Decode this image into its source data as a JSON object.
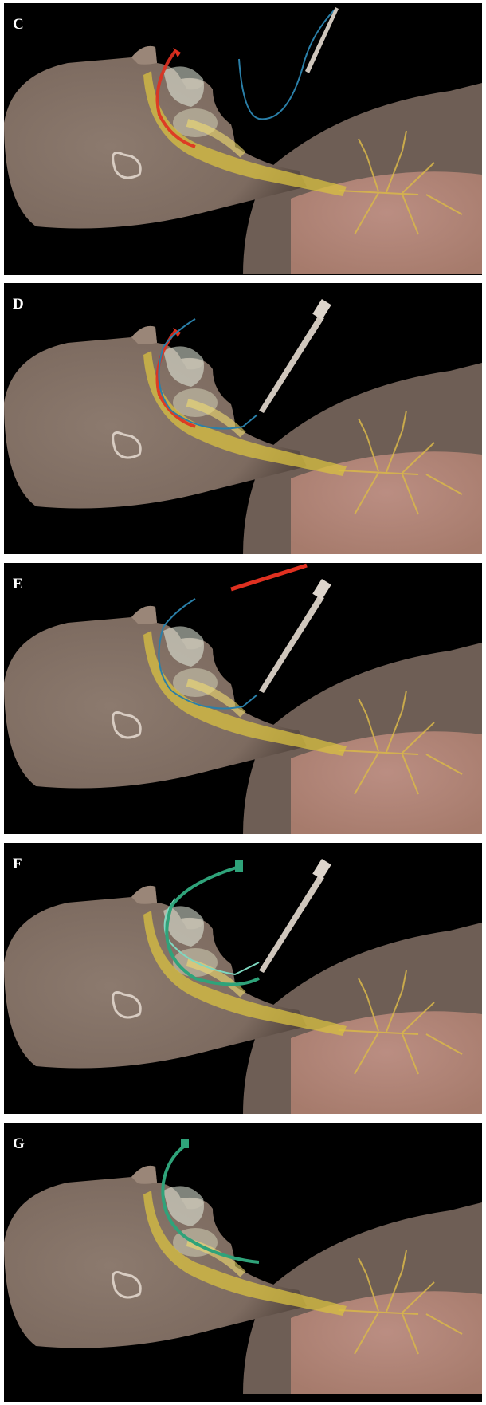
{
  "panels": [
    {
      "label": "C",
      "airway": "red",
      "wire": "loop",
      "needle": "plain",
      "catheter": "none",
      "tube": "none"
    },
    {
      "label": "D",
      "airway": "red",
      "wire": "through",
      "needle": "hub",
      "catheter": "none",
      "tube": "none"
    },
    {
      "label": "E",
      "airway": "none",
      "wire": "through-blue",
      "needle": "hub",
      "catheter": "red",
      "tube": "none"
    },
    {
      "label": "F",
      "airway": "none",
      "wire": "short",
      "needle": "hub",
      "catheter": "none",
      "tube": "green"
    },
    {
      "label": "G",
      "airway": "none",
      "wire": "none",
      "needle": "none",
      "catheter": "none",
      "tube": "green-inserted"
    }
  ],
  "colors": {
    "background": "#000000",
    "skin": "#7d6b60",
    "chest": "#b08070",
    "airway_yellow": "#d8c040",
    "guidewire": "#2a7fa8",
    "red_airway": "#e03020",
    "green_tube": "#2fa37a"
  }
}
